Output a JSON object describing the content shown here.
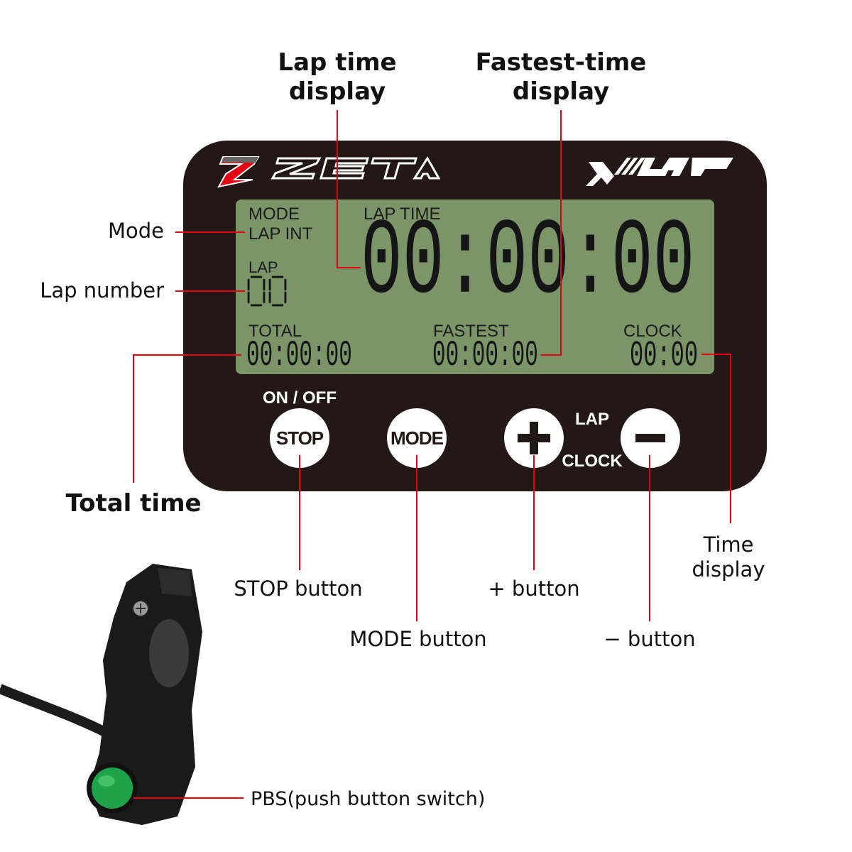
{
  "callouts": {
    "lap_time_display": [
      "Lap time",
      "display"
    ],
    "fastest_time_display": [
      "Fastest-time",
      "display"
    ],
    "mode": "Mode",
    "lap_number": "Lap number",
    "total_time": "Total time",
    "stop_button": "STOP button",
    "mode_button": "MODE button",
    "plus_button": "+ button",
    "minus_button": "− button",
    "time_display": [
      "Time",
      "display"
    ],
    "pbs": "PBS(push button switch)"
  },
  "device": {
    "brand_logo": "ZETA",
    "product_logo": "XLAP",
    "body_color": "#231815",
    "lcd_color": "#7b9569",
    "accent_color": "#e60012",
    "lcd": {
      "mode_label": "MODE",
      "mode_value": "LAP  INT",
      "lap_label": "LAP",
      "lap_value": "00",
      "lap_time_label": "LAP TIME",
      "lap_time_value": "00:00:00",
      "total_label": "TOTAL",
      "total_value": "00:00:00",
      "fastest_label": "FASTEST",
      "fastest_value": "00:00:00",
      "clock_label": "CLOCK",
      "clock_value": "00:00"
    },
    "buttons": {
      "on_off_label": "ON / OFF",
      "stop": "STOP",
      "mode": "MODE",
      "plus_icon": "plus-icon",
      "minus_icon": "minus-icon",
      "lap_label": "LAP",
      "clock_label": "CLOCK"
    }
  },
  "switch": {
    "button_color": "#1fa34a"
  }
}
